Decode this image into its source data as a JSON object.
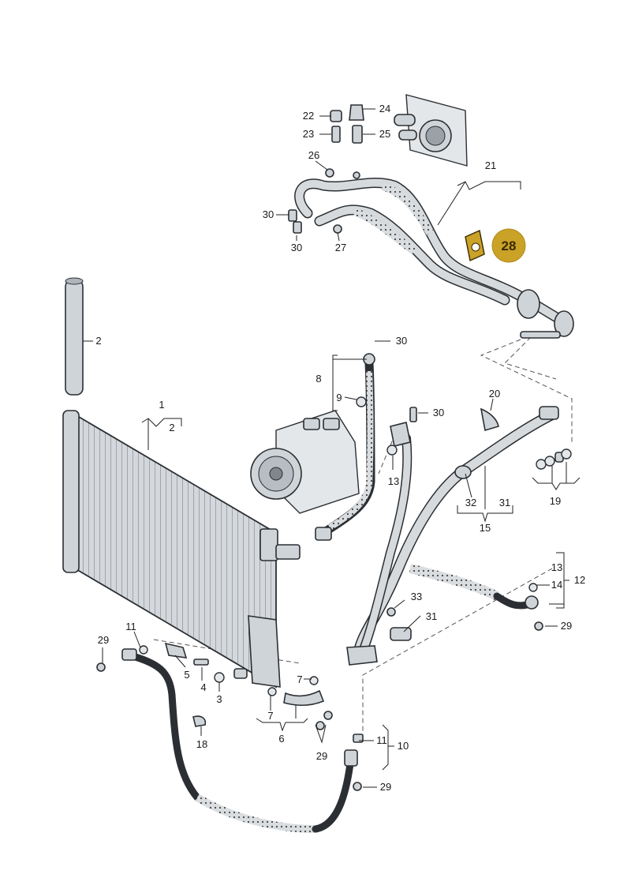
{
  "diagram": {
    "highlight": {
      "label": "28",
      "color": "#c9a227"
    },
    "callouts": [
      {
        "id": "22",
        "label": "22"
      },
      {
        "id": "23",
        "label": "23"
      },
      {
        "id": "24",
        "label": "24"
      },
      {
        "id": "25",
        "label": "25"
      },
      {
        "id": "26",
        "label": "26"
      },
      {
        "id": "21",
        "label": "21"
      },
      {
        "id": "30a",
        "label": "30"
      },
      {
        "id": "30b",
        "label": "30"
      },
      {
        "id": "27",
        "label": "27"
      },
      {
        "id": "2a",
        "label": "2"
      },
      {
        "id": "30c",
        "label": "30"
      },
      {
        "id": "8",
        "label": "8"
      },
      {
        "id": "9",
        "label": "9"
      },
      {
        "id": "1",
        "label": "1"
      },
      {
        "id": "2b",
        "label": "2"
      },
      {
        "id": "20",
        "label": "20"
      },
      {
        "id": "30d",
        "label": "30"
      },
      {
        "id": "13a",
        "label": "13"
      },
      {
        "id": "32",
        "label": "32"
      },
      {
        "id": "31a",
        "label": "31"
      },
      {
        "id": "15",
        "label": "15"
      },
      {
        "id": "19",
        "label": "19"
      },
      {
        "id": "13b",
        "label": "13"
      },
      {
        "id": "12",
        "label": "12"
      },
      {
        "id": "14",
        "label": "14"
      },
      {
        "id": "33",
        "label": "33"
      },
      {
        "id": "31b",
        "label": "31"
      },
      {
        "id": "29a",
        "label": "29"
      },
      {
        "id": "11a",
        "label": "11"
      },
      {
        "id": "29b",
        "label": "29"
      },
      {
        "id": "5",
        "label": "5"
      },
      {
        "id": "4",
        "label": "4"
      },
      {
        "id": "3",
        "label": "3"
      },
      {
        "id": "7a",
        "label": "7"
      },
      {
        "id": "7b",
        "label": "7"
      },
      {
        "id": "6",
        "label": "6"
      },
      {
        "id": "18",
        "label": "18"
      },
      {
        "id": "29c",
        "label": "29"
      },
      {
        "id": "11b",
        "label": "11"
      },
      {
        "id": "10",
        "label": "10"
      },
      {
        "id": "29d",
        "label": "29"
      }
    ]
  }
}
